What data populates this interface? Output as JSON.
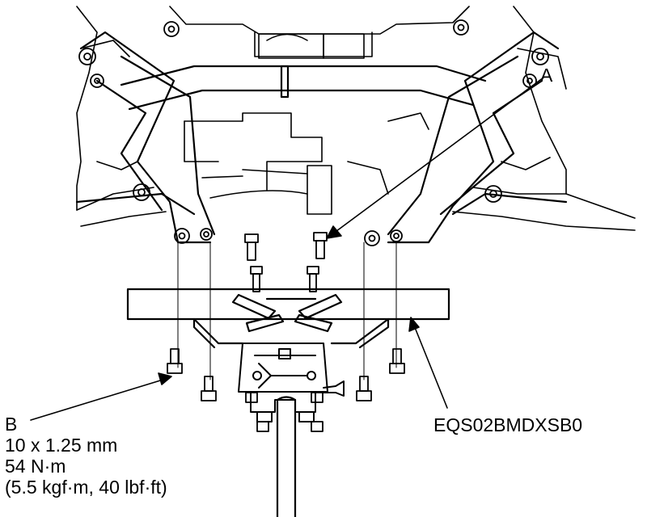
{
  "callouts": {
    "a": {
      "letter": "A"
    },
    "b": {
      "letter": "B"
    }
  },
  "fastener_spec": {
    "size": "10 x 1.25 mm",
    "torque_nm": "54 N·m",
    "torque_alt": "(5.5 kgf·m, 40 lbf·ft)"
  },
  "image_code": "EQS02BMDXSB0",
  "colors": {
    "ink": "#000000",
    "paper": "#ffffff"
  }
}
